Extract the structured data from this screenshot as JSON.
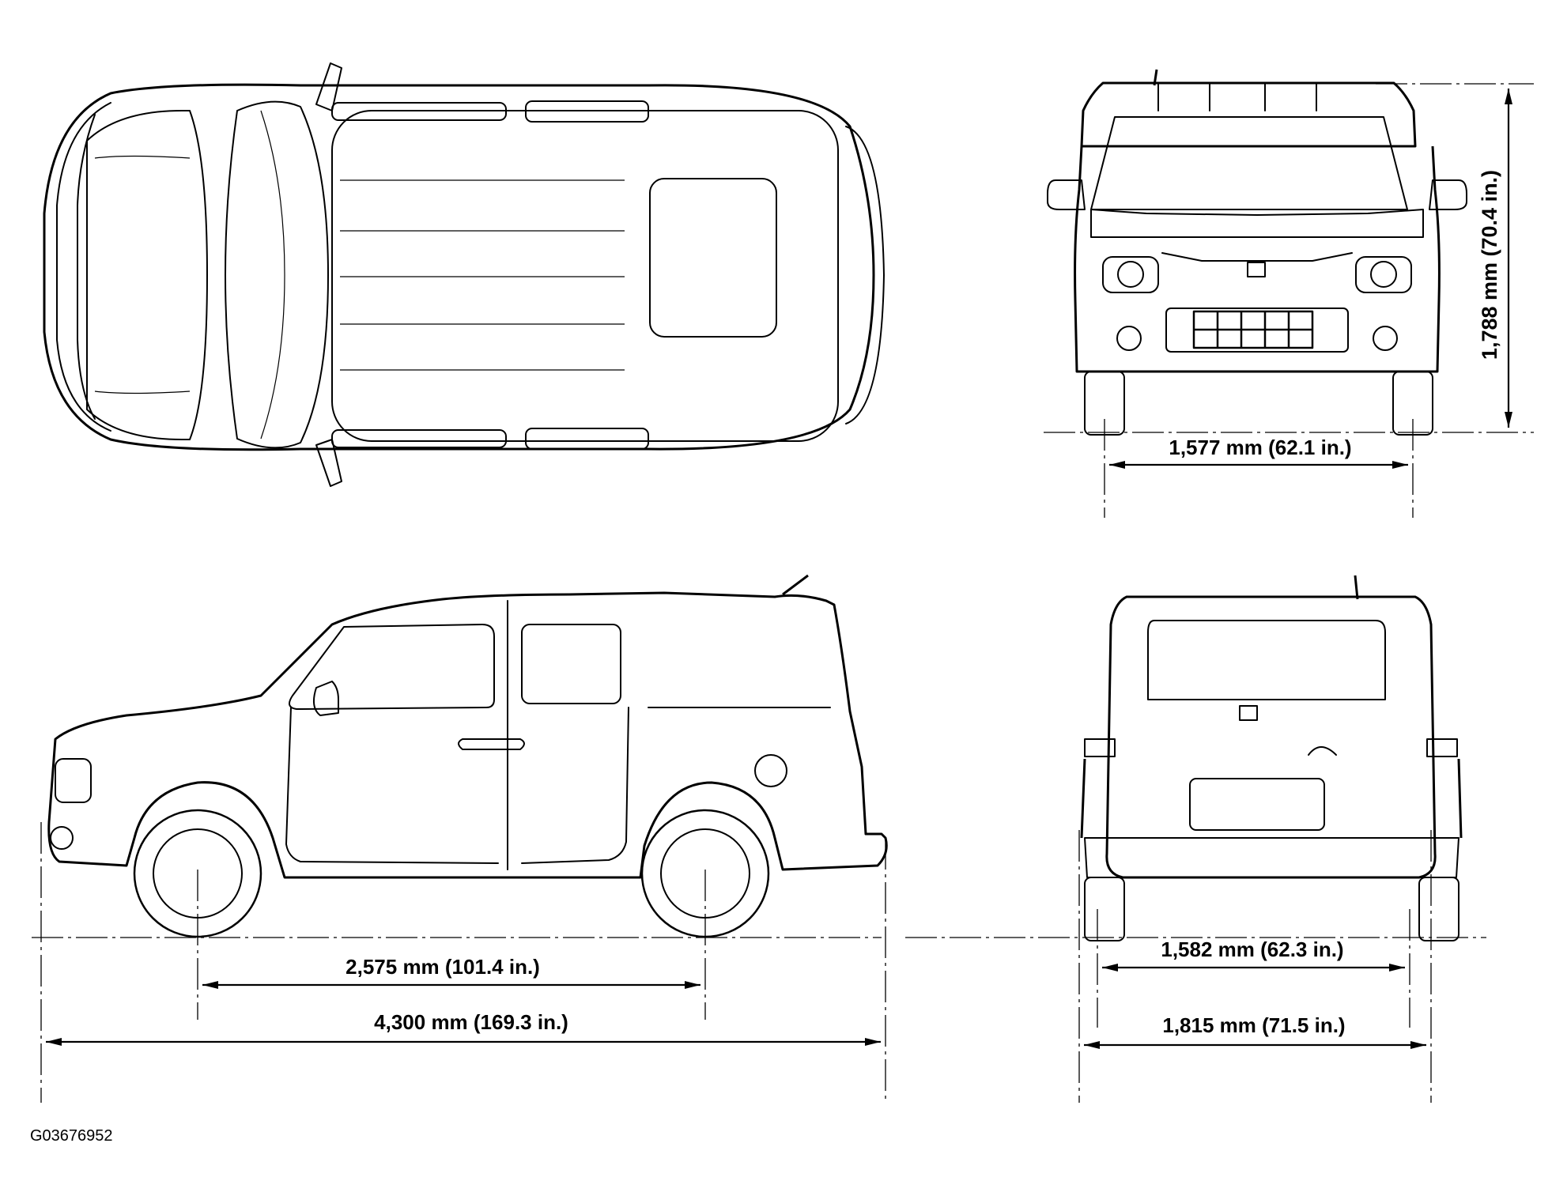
{
  "figure_id": "G03676952",
  "dimensions": {
    "height": "1,788 mm (70.4 in.)",
    "front_tread": "1,577 mm (62.1 in.)",
    "wheelbase": "2,575 mm (101.4 in.)",
    "overall_length": "4,300 mm (169.3 in.)",
    "rear_tread": "1,582 mm (62.3 in.)",
    "overall_width": "1,815 mm (71.5 in.)"
  }
}
